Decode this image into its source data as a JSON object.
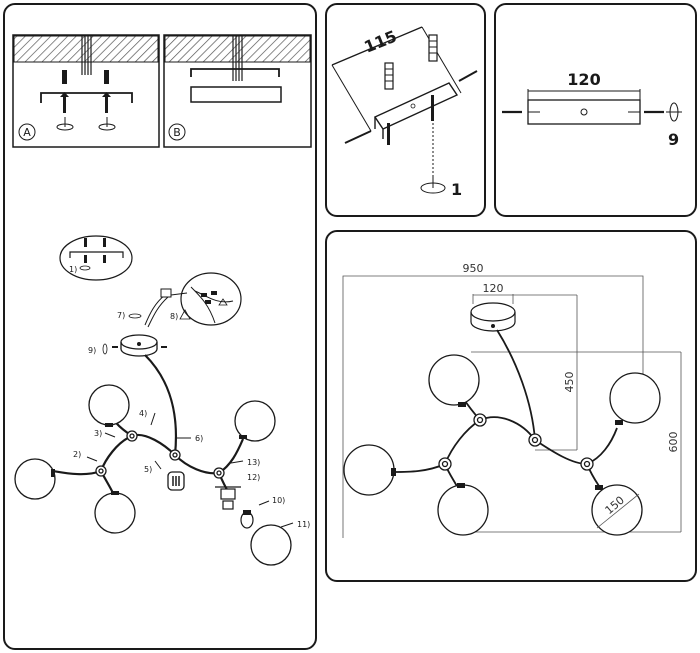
{
  "panel_left": {
    "sub_a_label": "A",
    "sub_b_label": "B",
    "inset_step_label": "1)",
    "step_labels": [
      "7)",
      "8)",
      "9)",
      "4)",
      "3)",
      "6)",
      "2)",
      "5)",
      "13)",
      "12)",
      "10)",
      "11)"
    ]
  },
  "panel_bracket": {
    "dimension": "115",
    "step_number": "1"
  },
  "panel_canopy": {
    "dimension": "120",
    "step_number": "9"
  },
  "panel_dimensions": {
    "width": "950",
    "canopy_width": "120",
    "height_to_canopy": "450",
    "total_height": "600",
    "globe_diameter": "150"
  },
  "colors": {
    "line": "#1a1a1a",
    "hatch": "#555555",
    "background": "#ffffff"
  }
}
